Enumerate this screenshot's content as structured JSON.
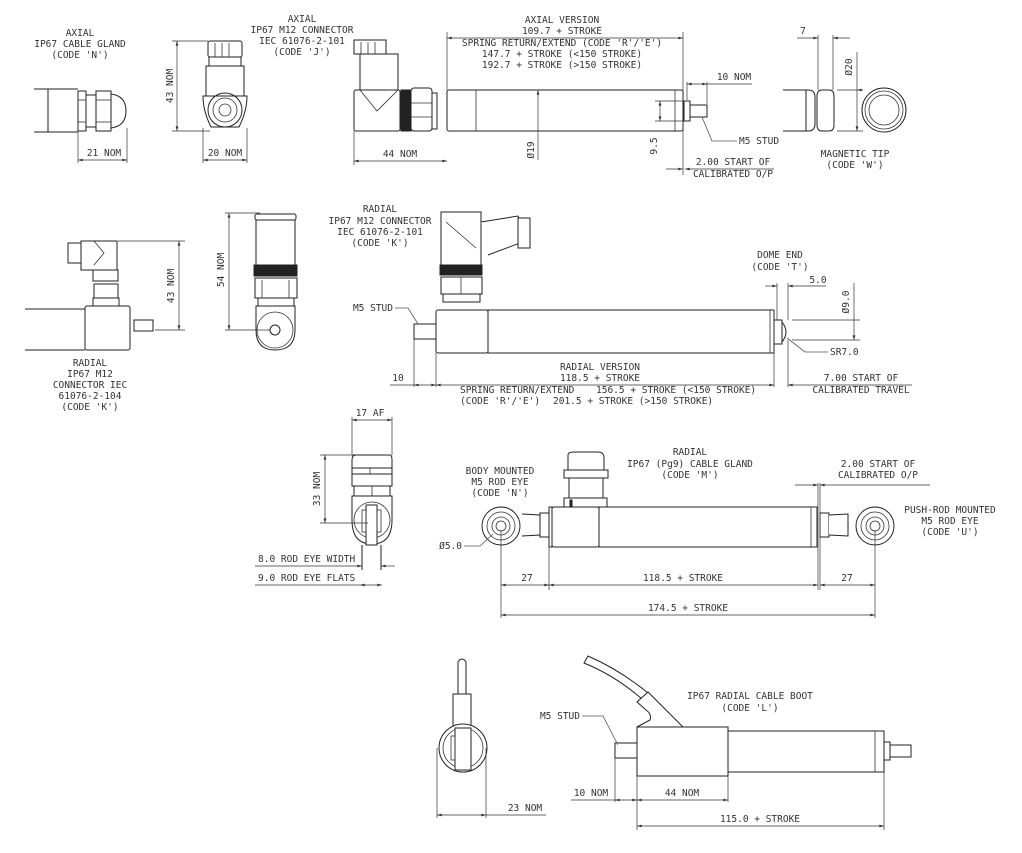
{
  "views": {
    "axial_gland": {
      "title": "AXIAL",
      "line2": "IP67 CABLE GLAND",
      "code": "(CODE 'N')",
      "dim_width": "21 NOM"
    },
    "axial_m12": {
      "title": "AXIAL",
      "line2": "IP67 M12 CONNECTOR",
      "line3": "IEC 61076-2-101",
      "code": "(CODE 'J')",
      "dim_height": "43 NOM",
      "dim_width": "20 NOM"
    },
    "axial_version": {
      "title": "AXIAL VERSION",
      "length": "109.7 + STROKE",
      "spring": "SPRING RETURN/EXTEND (CODE 'R'/'E')",
      "spring_short": "147.7 + STROKE (<150 STROKE)",
      "spring_long": "192.7 + STROKE (>150 STROKE)",
      "dim_body": "44 NOM",
      "dim_dia": "Ø19",
      "dim_rod": "9.5",
      "dim_stud": "10 NOM",
      "stud": "M5 STUD",
      "start_line1": "2.00 START OF",
      "start_line2": "CALIBRATED O/P"
    },
    "magnetic_tip": {
      "title": "MAGNETIC TIP",
      "code": "(CODE 'W')",
      "dim_len": "7",
      "dim_dia": "Ø20"
    },
    "radial_m12_104": {
      "title": "RADIAL",
      "line2": "IP67 M12",
      "line3": "CONNECTOR IEC",
      "line4": "61076-2-104",
      "code": "(CODE 'K')",
      "dim_height": "43 NOM"
    },
    "radial_m12_end": {
      "dim_height": "54 NOM"
    },
    "radial_m12_101": {
      "title": "RADIAL",
      "line2": "IP67 M12 CONNECTOR",
      "line3": "IEC 61076-2-101",
      "code": "(CODE 'K')"
    },
    "radial_version": {
      "title": "RADIAL VERSION",
      "length": "118.5 + STROKE",
      "spring1": "SPRING RETURN/EXTEND",
      "spring2": "(CODE 'R'/'E')",
      "spring_short": "156.5 + STROKE (<150 STROKE)",
      "spring_long": "201.5 + STROKE (>150 STROKE)",
      "stud": "M5 STUD",
      "dim_stud": "10",
      "dome_title": "DOME END",
      "dome_code": "(CODE 'T')",
      "dim_dome": "5.0",
      "dim_dome_dia": "Ø9.0",
      "sr": "SR7.0",
      "start_line1": "7.00 START OF",
      "start_line2": "CALIBRATED TRAVEL"
    },
    "rod_eye_end": {
      "dim_af": "17 AF",
      "dim_height": "33 NOM",
      "eye_width": "8.0 ROD EYE WIDTH",
      "eye_flats": "9.0 ROD EYE FLATS"
    },
    "rod_eye_version": {
      "body_title": "BODY MOUNTED",
      "body_line2": "M5 ROD EYE",
      "body_code": "(CODE 'N')",
      "gland_title": "RADIAL",
      "gland_line2": "IP67 (Pg9) CABLE GLAND",
      "gland_code": "(CODE 'M')",
      "start_line1": "2.00 START OF",
      "start_line2": "CALIBRATED O/P",
      "push_title": "PUSH-ROD MOUNTED",
      "push_line2": "M5 ROD EYE",
      "push_code": "(CODE 'U')",
      "dim_hole": "Ø5.0",
      "dim_left": "27",
      "dim_body": "118.5 + STROKE",
      "dim_right": "27",
      "dim_total": "174.5 +  STROKE"
    },
    "cable_boot_end": {
      "dim_width": "23 NOM"
    },
    "cable_boot": {
      "title": "IP67 RADIAL CABLE BOOT",
      "code": "(CODE 'L')",
      "stud": "M5 STUD",
      "dim_stud": "10 NOM",
      "dim_body": "44 NOM",
      "dim_total": "115.0 + STROKE"
    }
  }
}
